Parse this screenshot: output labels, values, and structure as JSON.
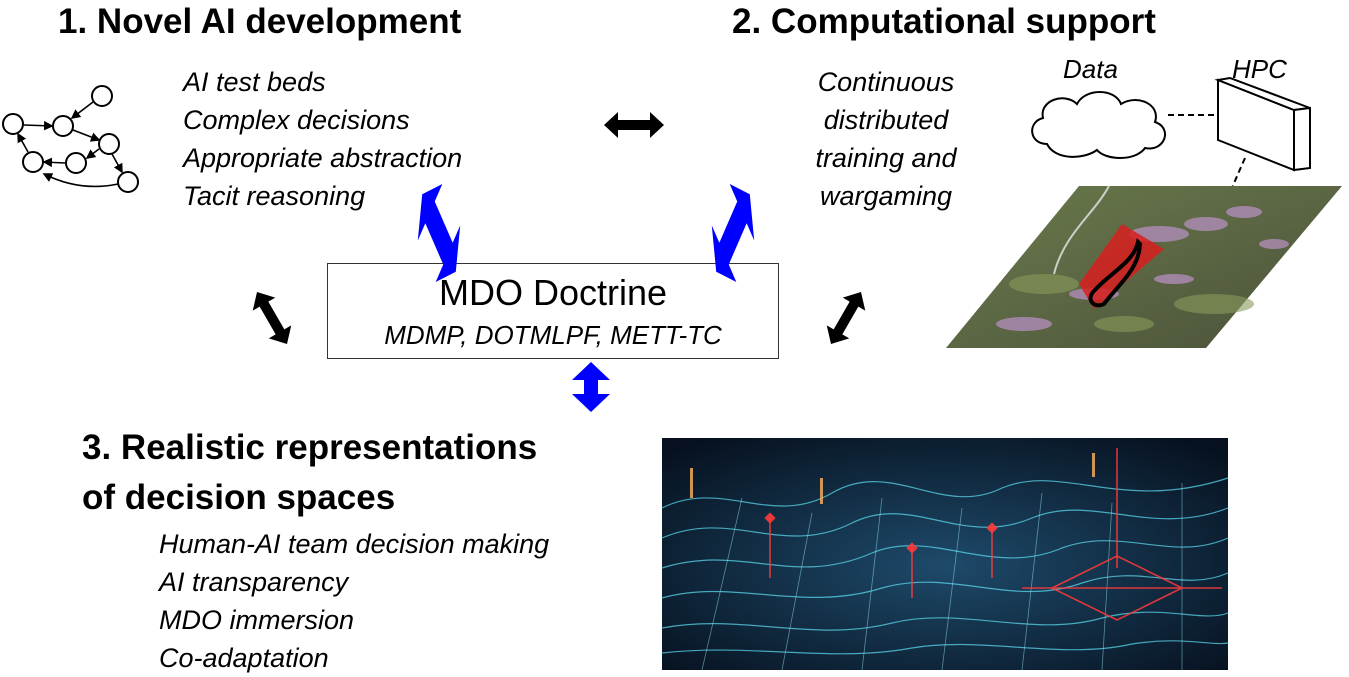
{
  "section1": {
    "heading": "1. Novel AI development",
    "items": [
      "AI test beds",
      "Complex decisions",
      "Appropriate abstraction",
      "Tacit reasoning"
    ]
  },
  "section2": {
    "heading": "2. Computational support",
    "lines": [
      "Continuous",
      "distributed",
      "training and",
      "wargaming"
    ],
    "data_label": "Data",
    "hpc_label": "HPC"
  },
  "section3": {
    "heading_line1": "3. Realistic representations",
    "heading_line2": "of decision spaces",
    "items": [
      "Human-AI team decision making",
      "AI transparency",
      "MDO immersion",
      "Co-adaptation"
    ]
  },
  "doctrine": {
    "title": "MDO Doctrine",
    "subtitle": "MDMP, DOTMLPF, METT-TC"
  },
  "colors": {
    "black_arrow": "#000000",
    "blue_arrow": "#0000ff",
    "terrain_bg": "#0b1a2e",
    "terrain_cyan": "#5ee0f5",
    "terrain_red": "#ff3a3a"
  }
}
